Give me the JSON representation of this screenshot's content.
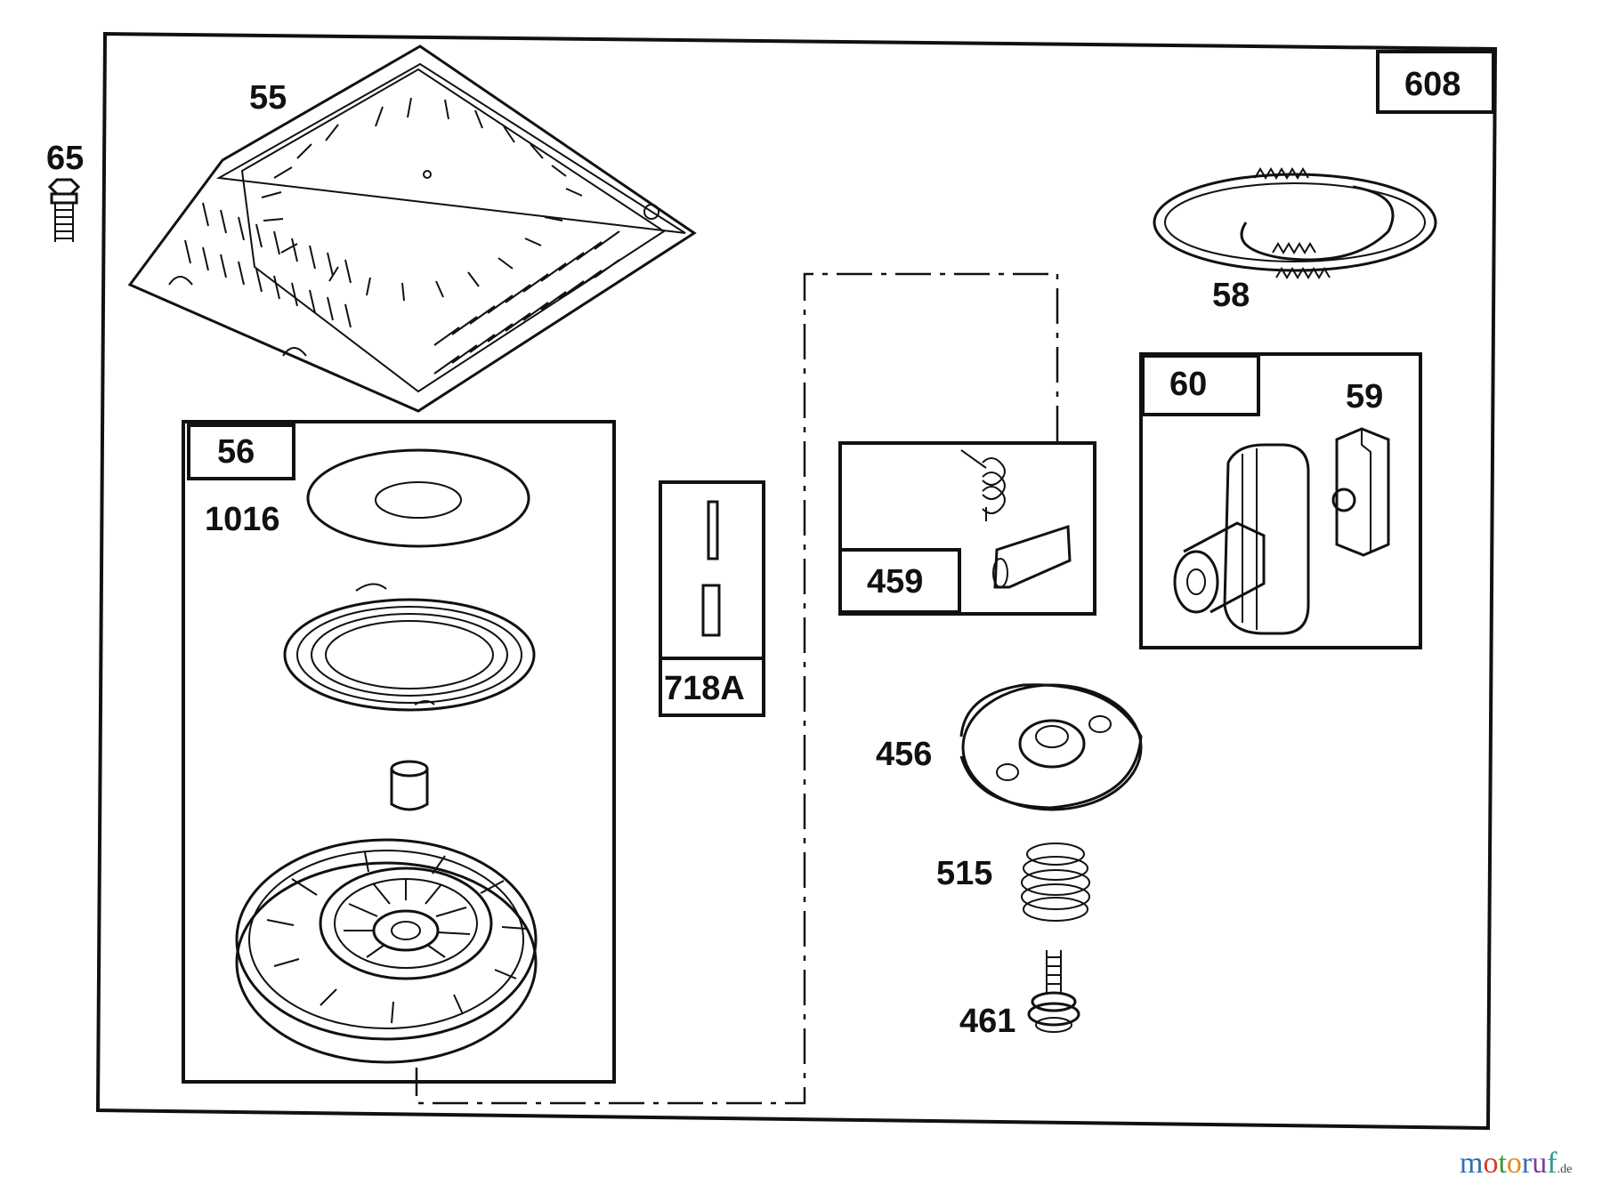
{
  "diagram": {
    "labels": {
      "l608": "608",
      "l65": "65",
      "l55": "55",
      "l58": "58",
      "l56": "56",
      "l1016": "1016",
      "l718A": "718A",
      "l459": "459",
      "l60": "60",
      "l59": "59",
      "l456": "456",
      "l515": "515",
      "l461": "461"
    }
  },
  "watermark": {
    "letters": [
      "m",
      "o",
      "t",
      "o",
      "r",
      "u",
      "f"
    ],
    "colors": [
      "#2e6fb5",
      "#d13a2a",
      "#3a9a3a",
      "#e08a1e",
      "#2e6fb5",
      "#7a3fa0",
      "#2e9a9a"
    ],
    "suffix": ".de"
  }
}
